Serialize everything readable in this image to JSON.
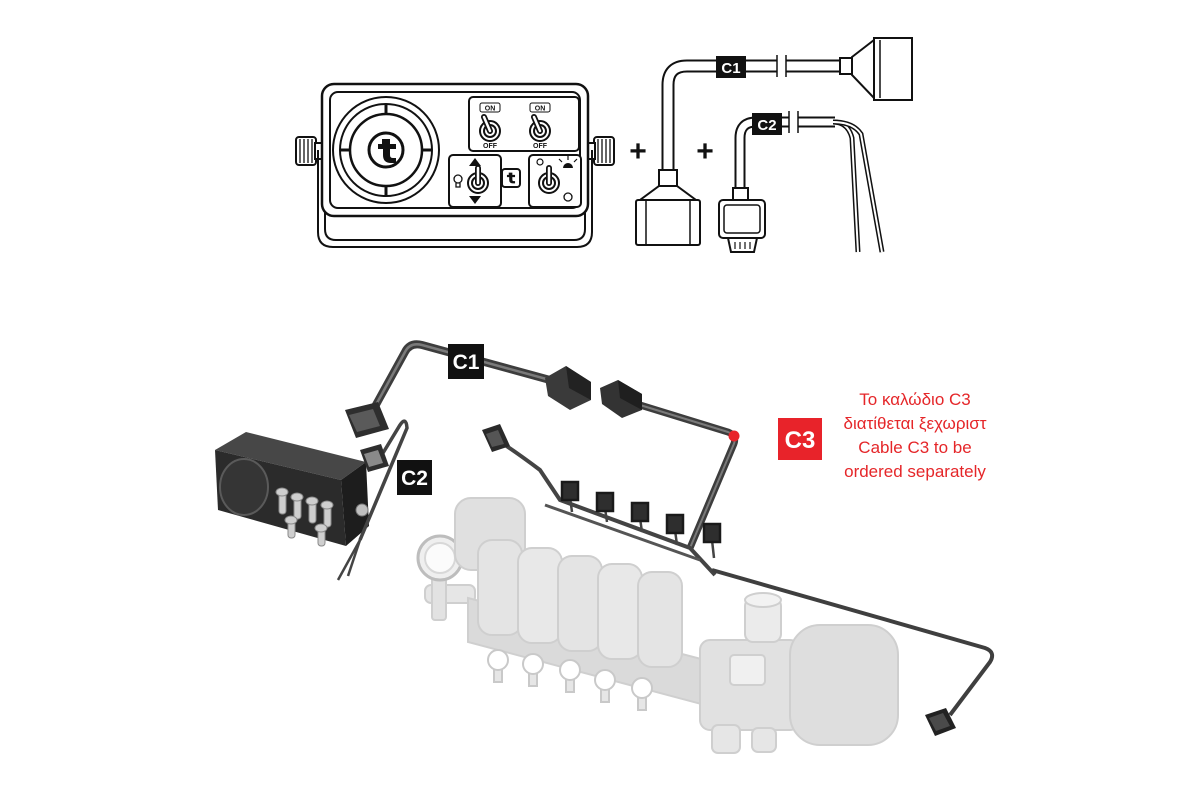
{
  "top_control_box": {
    "switch_left": {
      "on_label": "ON",
      "off_label": "OFF"
    },
    "switch_right": {
      "on_label": "ON",
      "off_label": "OFF"
    },
    "logo_icon": "brand-logo-icon"
  },
  "plus_signs": [
    "+",
    "+"
  ],
  "top_cables": {
    "c1_label": "C1",
    "c2_label": "C2"
  },
  "assembly": {
    "c1_label": "C1",
    "c2_label": "C2",
    "c3_label": "C3"
  },
  "note": {
    "lines": [
      "Το καλώδιο C3",
      "διατίθεται ξεχωριστ",
      "Cable C3 to be",
      "ordered separately"
    ]
  },
  "colors": {
    "line_art": "#111111",
    "label_bg": "#111111",
    "label_text": "#ffffff",
    "c3_label_bg": "#e8232a",
    "note_text": "#e52629",
    "cable": "#454545",
    "manifold": "#e4e4e4"
  }
}
